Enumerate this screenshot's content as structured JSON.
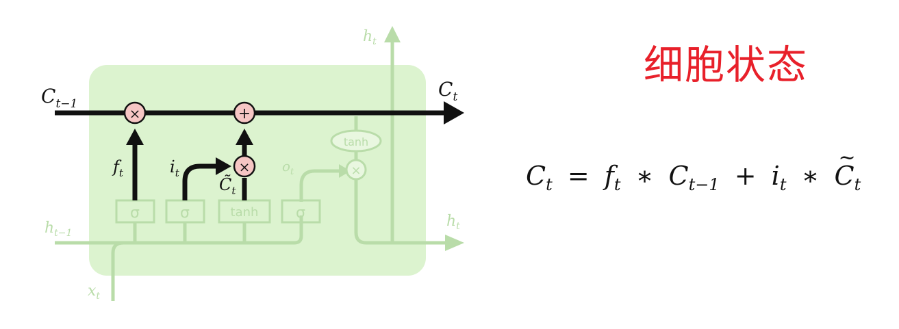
{
  "title": "细胞状态",
  "formula": {
    "lhs": "C",
    "lhs_sub": "t",
    "f": "f",
    "f_sub": "t",
    "c_prev": "C",
    "c_prev_sub": "t−1",
    "i": "i",
    "i_sub": "t",
    "c_tilde": "C",
    "c_tilde_sub": "t",
    "equals": "=",
    "star1": "∗",
    "plus": "+",
    "star2": "∗"
  },
  "diagram": {
    "label_c_prev": "C",
    "label_c_prev_sub": "t−1",
    "label_c_out": "C",
    "label_c_out_sub": "t",
    "label_h_top": "h",
    "label_h_top_sub": "t",
    "label_h_prev": "h",
    "label_h_prev_sub": "t−1",
    "label_h_right": "h",
    "label_h_right_sub": "t",
    "label_x": "x",
    "label_x_sub": "t",
    "label_f": "f",
    "label_f_sub": "t",
    "label_i": "i",
    "label_i_sub": "t",
    "label_ctilde": "C̃",
    "label_ctilde_sub": "t",
    "label_o": "o",
    "label_o_sub": "t",
    "gate1": "σ",
    "gate2": "σ",
    "gate3": "tanh",
    "gate4": "σ",
    "tanh_oval": "tanh",
    "op_multiply": "×",
    "op_add": "+",
    "colors": {
      "cell_bg": "#dcf3cf",
      "faint": "#b9dca9",
      "pointwise_fill": "#f6c6c4",
      "line_dark": "#111111"
    }
  }
}
